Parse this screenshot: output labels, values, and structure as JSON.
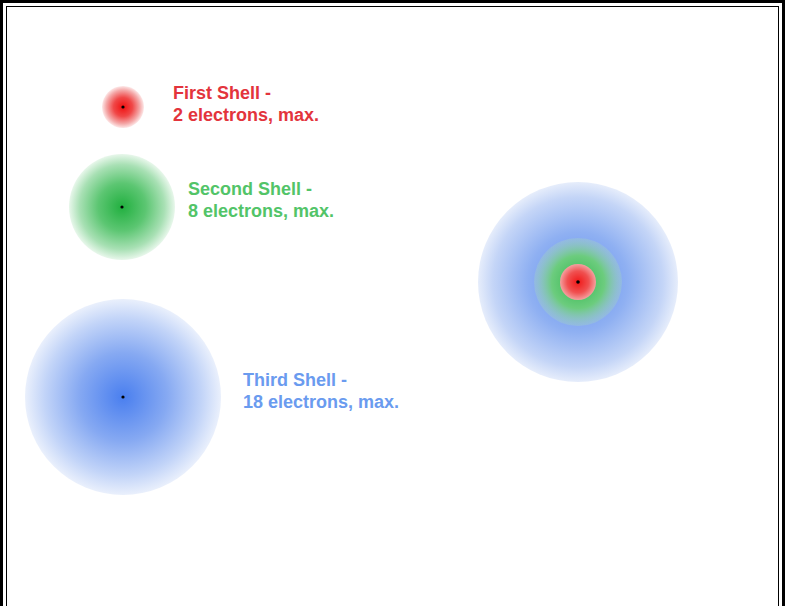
{
  "diagram": {
    "nodes": [
      {
        "text": [
          "First Shell -",
          "2 electrons, max."
        ]
      },
      {
        "text": [
          "Second Shell -",
          "8 electrons, max."
        ]
      },
      {
        "text": [
          "Third Shell -",
          "18 electrons, max."
        ]
      }
    ]
  }
}
